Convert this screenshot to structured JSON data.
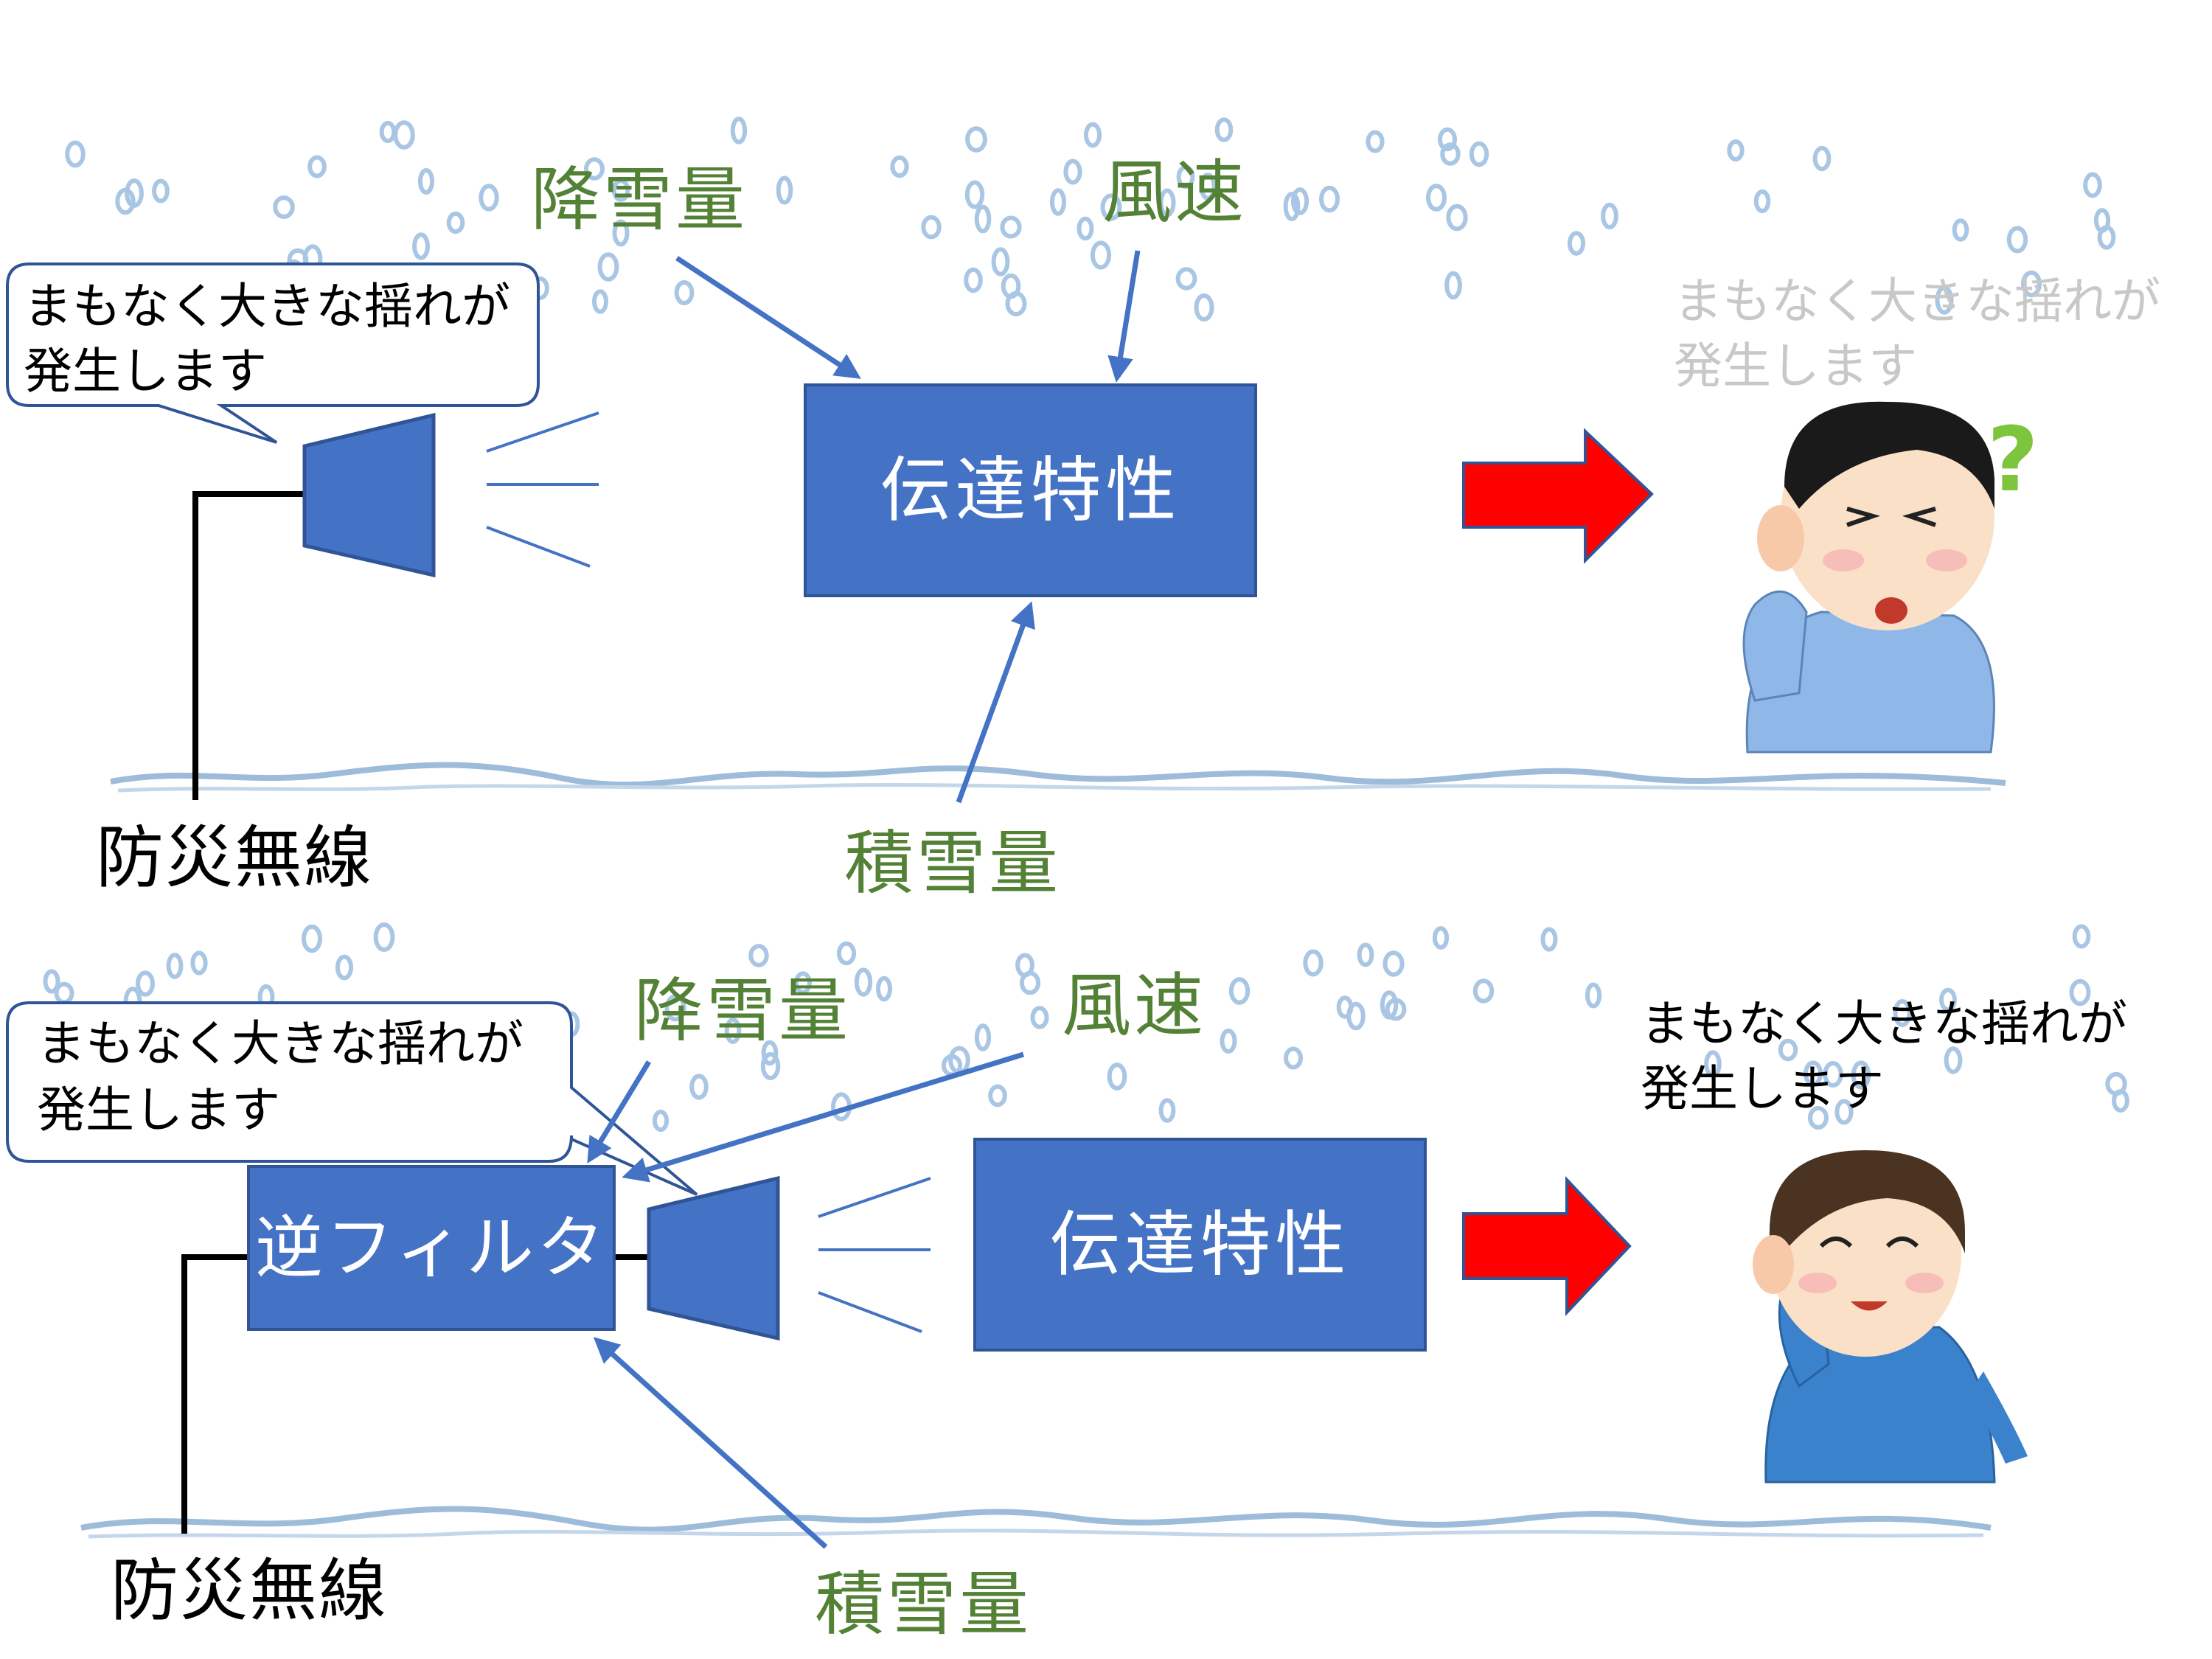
{
  "colors": {
    "block_fill": "#4472c4",
    "block_border": "#2f5597",
    "factor_label": "#538135",
    "arrow_blue": "#4472c4",
    "big_arrow_red": "#ff0000",
    "snow_dots": "#a9c6e4",
    "ground": "#9dbcd9",
    "faint_message": "#c8c8c8"
  },
  "top": {
    "bubble_line1": "まもなく大きな揺れが",
    "bubble_line2": "発生します",
    "snowfall": "降雪量",
    "wind": "風速",
    "snow_depth": "積雪量",
    "transfer_block": "伝達特性",
    "siren_label": "防災無線",
    "heard_line1": "まもなく大きな揺れが",
    "heard_line2": "発生します",
    "question_icon": "question-mark-icon"
  },
  "bottom": {
    "bubble_line1": "まもなく大きな揺れが",
    "bubble_line2": "発生します",
    "snowfall": "降雪量",
    "wind": "風速",
    "snow_depth": "積雪量",
    "filter_block": "逆フィルタ",
    "transfer_block": "伝達特性",
    "siren_label": "防災無線",
    "heard_line1": "まもなく大きな揺れが",
    "heard_line2": "発生します"
  }
}
